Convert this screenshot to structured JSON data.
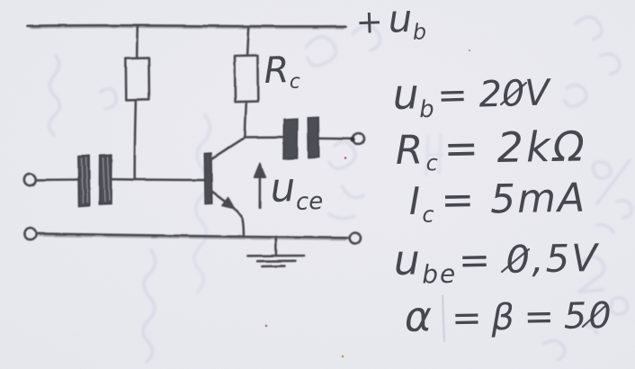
{
  "scene": {
    "description": "hand-drawn pencil sketch of a common-emitter transistor amplifier circuit on scanned paper",
    "paper_color": "#e8e8ef",
    "pencil_color": "#3e3e46"
  },
  "circuit": {
    "supply_label": {
      "plus": "+",
      "sym": "u",
      "sub": "b"
    },
    "collector_resistor_label": {
      "sym": "R",
      "sub": "c"
    },
    "output_voltage_label": {
      "sym": "u",
      "sub": "ce"
    },
    "components": [
      "supply-rail",
      "bias-resistor",
      "collector-resistor",
      "input-coupling-capacitor",
      "output-coupling-capacitor",
      "npn-transistor",
      "uce-arrow",
      "ground-symbol",
      "input-terminal",
      "output-terminal",
      "bottom-rail"
    ]
  },
  "equations": [
    {
      "text": "ub = 20V",
      "sym": "u",
      "sub": "b",
      "value": "= 20V"
    },
    {
      "text": "Rc = 2kΩ",
      "sym": "R",
      "sub": "c",
      "value": "= 2kΩ"
    },
    {
      "text": "Ic = 5mA",
      "sym": "I",
      "sub": "c",
      "value": "= 5mA"
    },
    {
      "text": "ube = 0,5V",
      "sym": "u",
      "sub": "be",
      "value": "= 0,5V"
    },
    {
      "text": "α = β = 50",
      "sym": "α",
      "sub": "",
      "value": "= β = 50"
    }
  ]
}
